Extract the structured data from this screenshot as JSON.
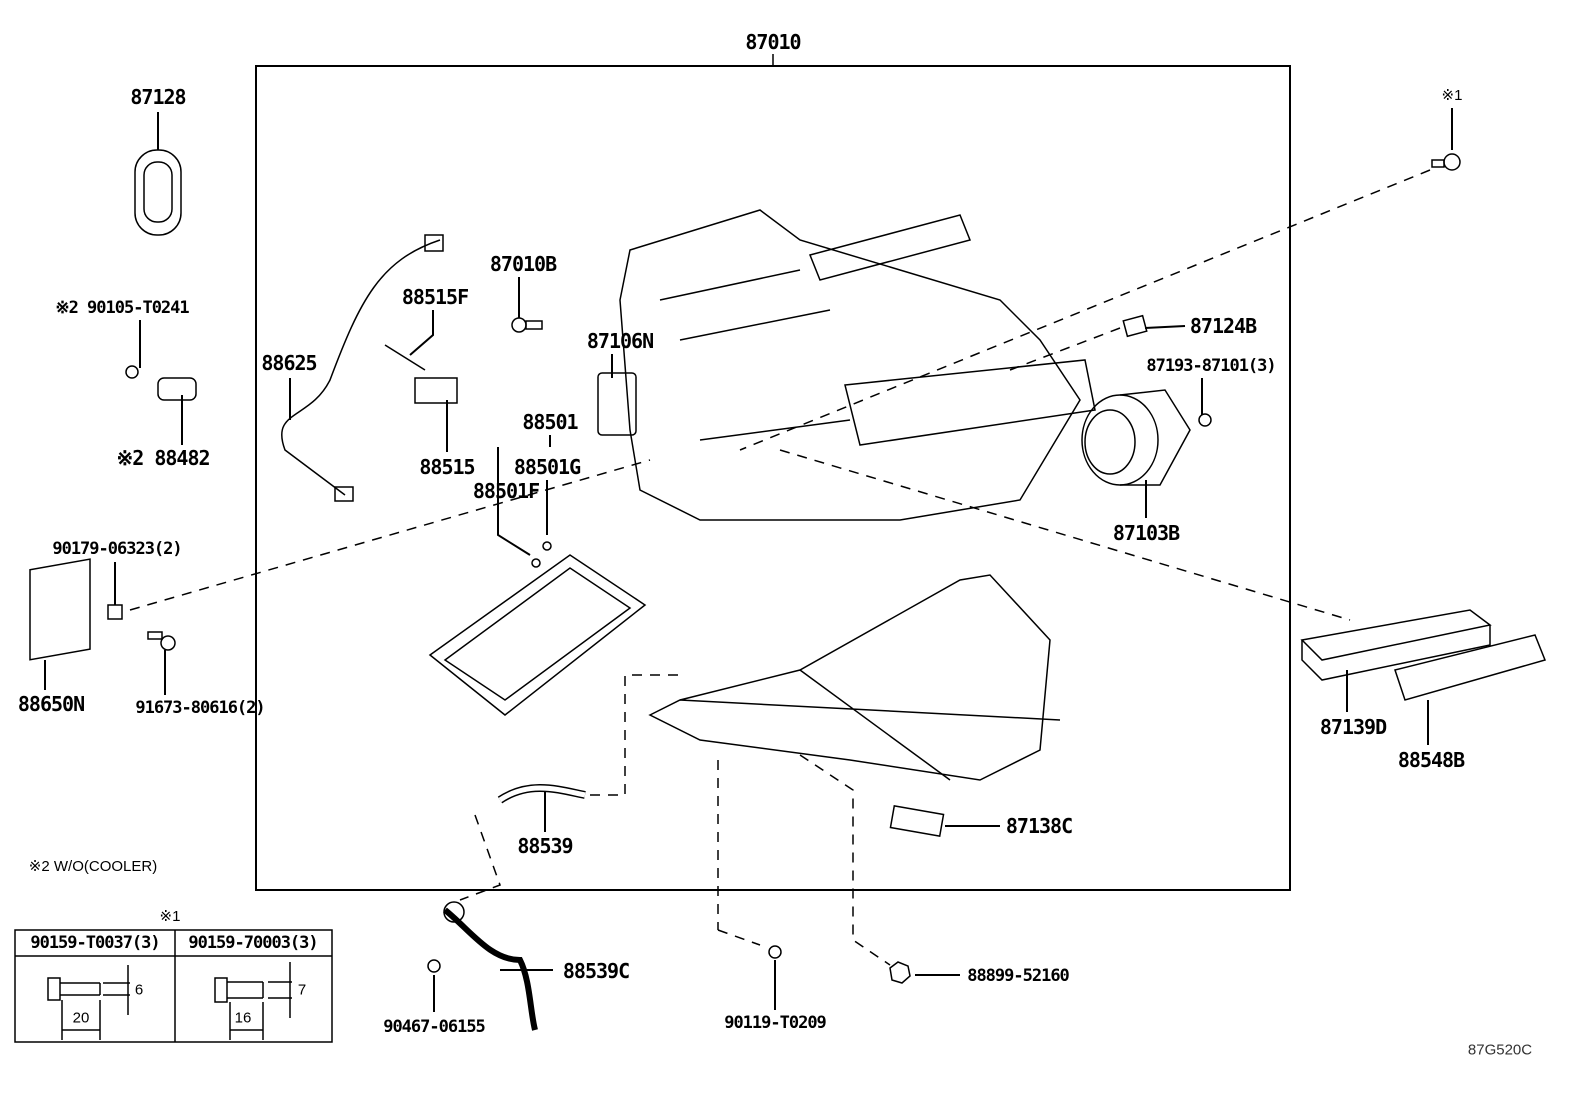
{
  "diagram_code": "87G520C",
  "footnote": "※2 W/O(COOLER)",
  "parts": {
    "p87010": "87010",
    "p87128": "87128",
    "mark1_top": "※1",
    "p90105": "※2 90105-T0241",
    "p88482": "※2 88482",
    "p88625": "88625",
    "p87010B": "87010B",
    "p88515F": "88515F",
    "p87106N": "87106N",
    "p88515": "88515",
    "p88501": "88501",
    "p88501G": "88501G",
    "p88501F": "88501F",
    "p87124B": "87124B",
    "p87193": "87193-87101(3)",
    "p87103B": "87103B",
    "p90179": "90179-06323(2)",
    "p88650N": "88650N",
    "p91673": "91673-80616(2)",
    "p87139D": "87139D",
    "p88548B": "88548B",
    "p88539": "88539",
    "p87138C": "87138C",
    "p88539C": "88539C",
    "p90467": "90467-06155",
    "p90119": "90119-T0209",
    "p88899": "88899-52160"
  },
  "bolt_table": {
    "mark": "※1",
    "columns": [
      {
        "part": "90159-T0037(3)",
        "diameter": "6",
        "length": "20"
      },
      {
        "part": "90159-70003(3)",
        "diameter": "7",
        "length": "16"
      }
    ]
  }
}
